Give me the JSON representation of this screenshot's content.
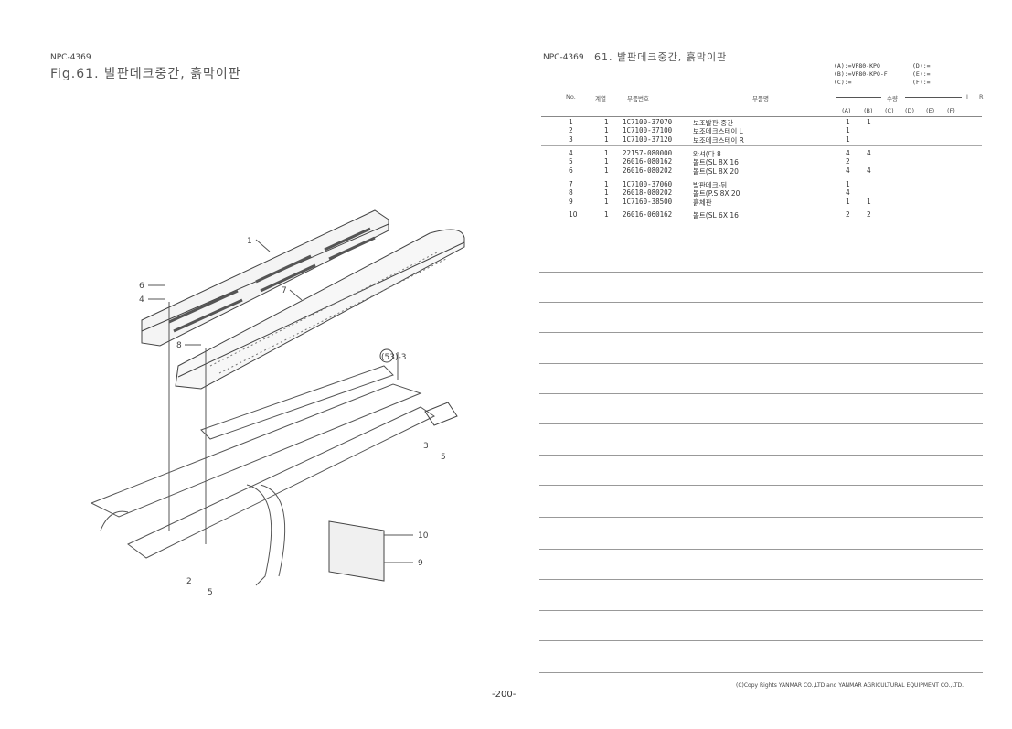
{
  "left_page": {
    "code": "NPC-4369",
    "title": "Fig.61.  발판데크중간, 흙막이판"
  },
  "right_page": {
    "code": "NPC-4369",
    "title": "61.  발판데크중간, 흙막이판",
    "models": [
      "(A):=VP80-KPO",
      "(B):=VP80-KPO-F",
      "(C):=",
      "(D):=",
      "(E):=",
      "(F):="
    ],
    "headers": {
      "no": "No.",
      "series": "계열",
      "part_no": "부품번호",
      "part_name": "부품명",
      "qty": "수량",
      "i": "I",
      "r": "R"
    },
    "qty_columns": [
      "(A)",
      "(B)",
      "(C)",
      "(D)",
      "(E)",
      "(F)"
    ],
    "rows": [
      {
        "no": "1",
        "s": "1",
        "part": "1C7100-37070",
        "name": "보조발판-중간",
        "a": "1",
        "b": "1"
      },
      {
        "no": "2",
        "s": "1",
        "part": "1C7100-37100",
        "name": "보조데크스테이 L",
        "a": "1",
        "b": ""
      },
      {
        "no": "3",
        "s": "1",
        "part": "1C7100-37120",
        "name": "보조데크스테이 R",
        "a": "1",
        "b": ""
      },
      {
        "no": "4",
        "s": "1",
        "part": "22157-080000",
        "name": "와셔(다  8",
        "a": "4",
        "b": "4"
      },
      {
        "no": "5",
        "s": "1",
        "part": "26016-080162",
        "name": "볼트(SL  8X 16",
        "a": "2",
        "b": ""
      },
      {
        "no": "6",
        "s": "1",
        "part": "26016-080202",
        "name": "볼트(SL 8X 20",
        "a": "4",
        "b": "4"
      },
      {
        "no": "7",
        "s": "1",
        "part": "1C7100-37060",
        "name": "발판데크-뒤",
        "a": "1",
        "b": ""
      },
      {
        "no": "8",
        "s": "1",
        "part": "26018-080202",
        "name": "볼트(P.S  8X 20",
        "a": "4",
        "b": ""
      },
      {
        "no": "9",
        "s": "1",
        "part": "1C7160-38500",
        "name": "흙체판",
        "a": "1",
        "b": "1"
      },
      {
        "no": "10",
        "s": "1",
        "part": "26016-060162",
        "name": "볼트(SL  6X 16",
        "a": "2",
        "b": "2"
      }
    ]
  },
  "callouts": [
    "1",
    "7",
    "6",
    "4",
    "8",
    "(53)-3",
    "3",
    "5",
    "10",
    "9",
    "2",
    "5"
  ],
  "footer": {
    "copyright": "(C)Copy Rights  YANMAR CO.,LTD and YANMAR AGRICULTURAL EQUIPMENT CO.,LTD.",
    "page": "-200-"
  }
}
